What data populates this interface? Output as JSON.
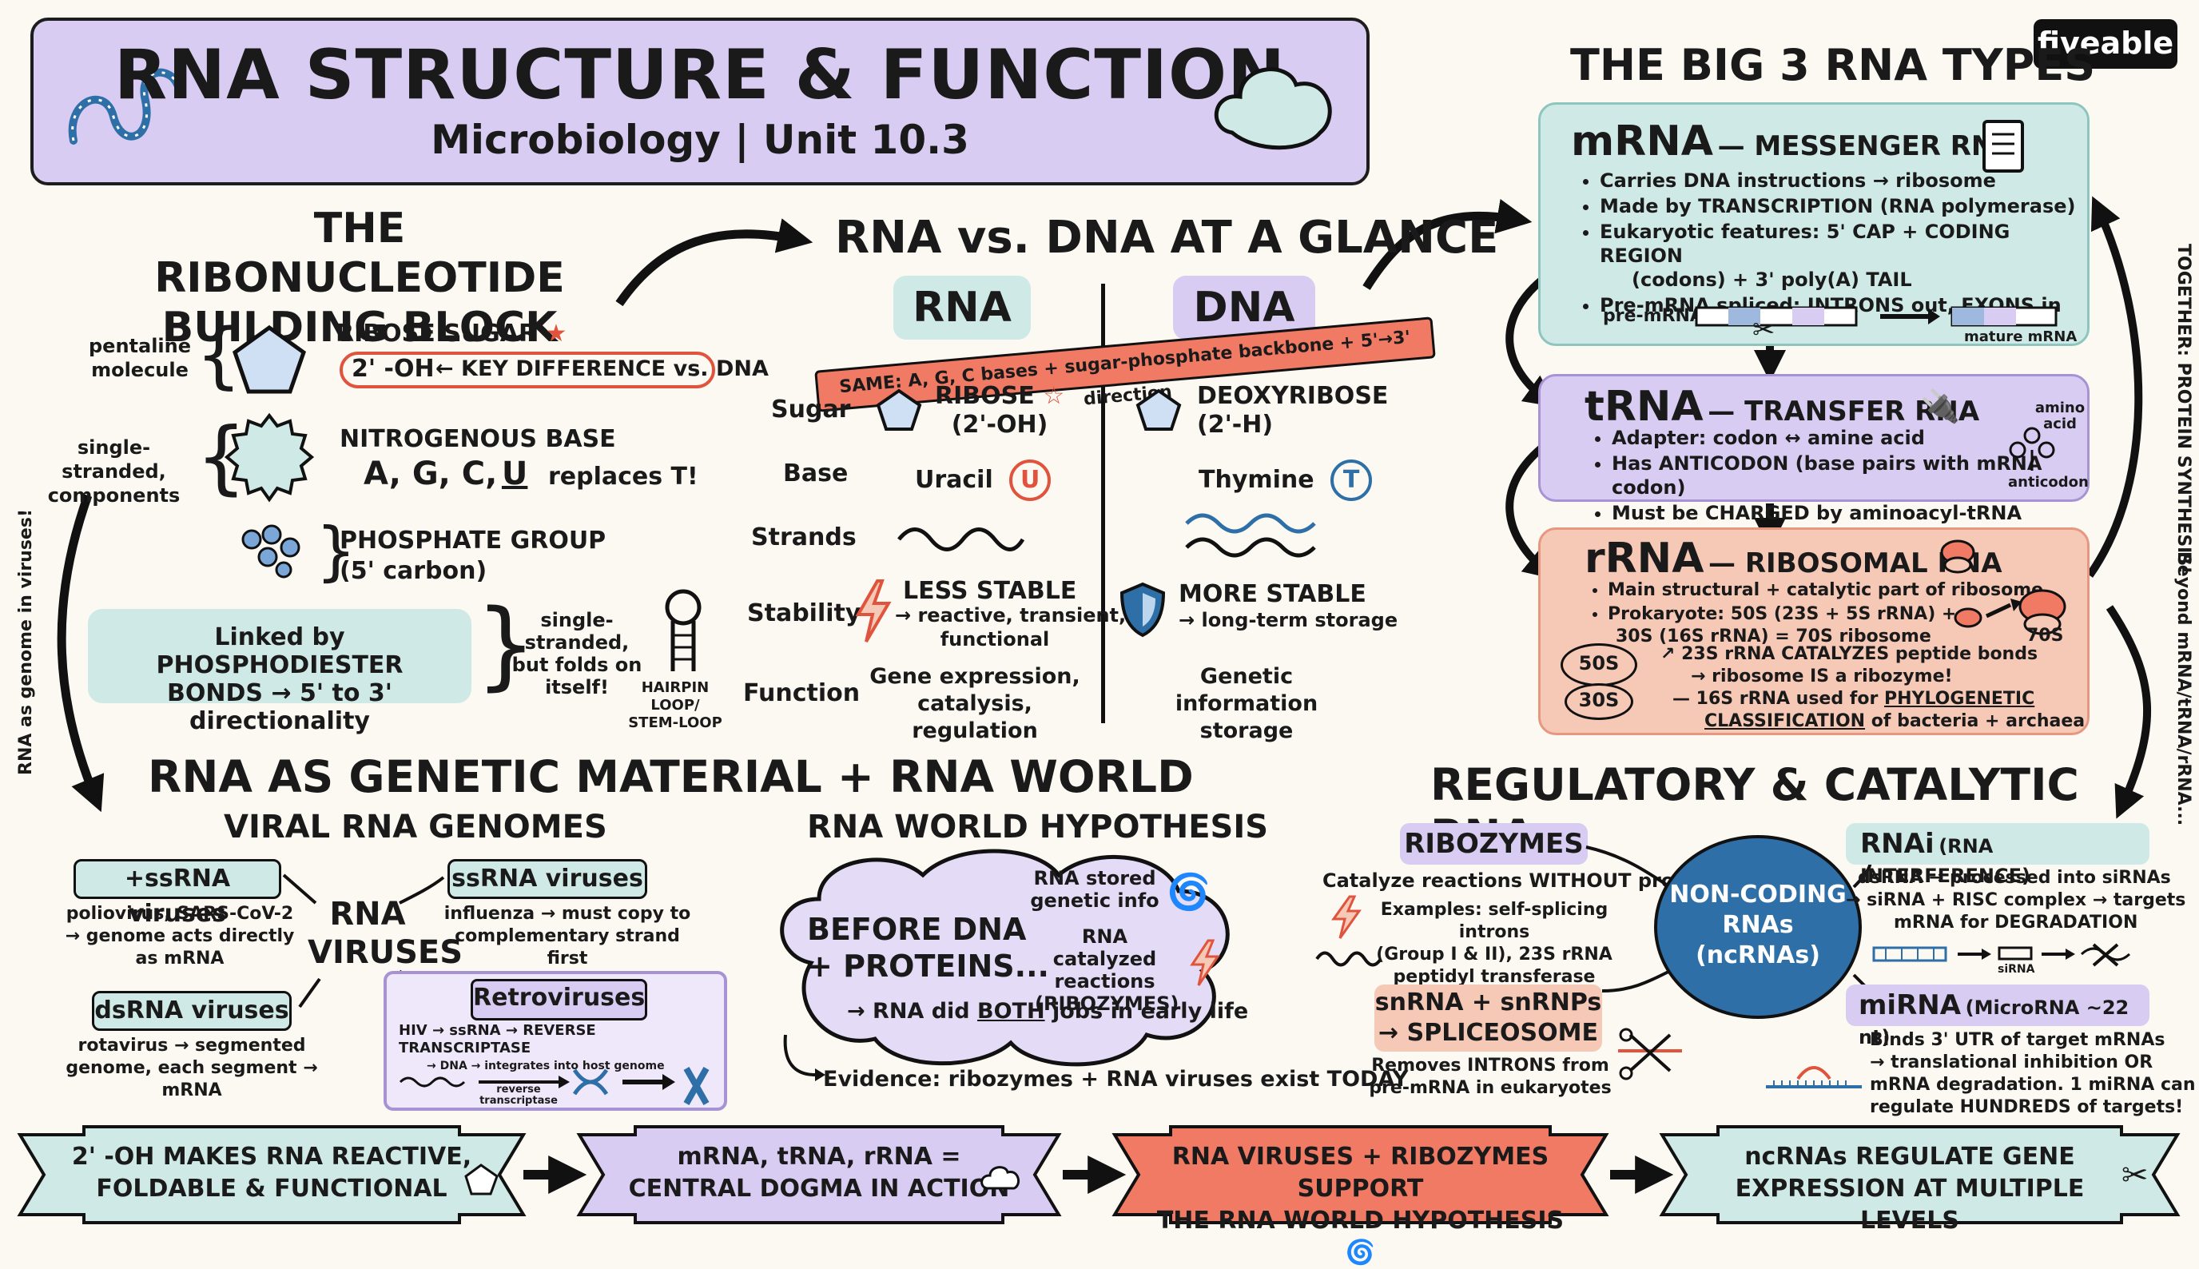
{
  "header": {
    "title": "RNA STRUCTURE & FUNCTION",
    "subtitle": "Microbiology | Unit 10.3"
  },
  "brand": "fiveable",
  "ribonucleotide": {
    "title_line1": "THE RIBONUCLEOTIDE",
    "title_line2": "BUILDING BLOCK",
    "pentaline": "pentaline molecule",
    "ribose": "RIBOSE SUGAR",
    "oh": "2' -OH",
    "key_diff": "KEY DIFFERENCE vs. DNA",
    "components": "single-stranded, components",
    "base_title": "NITROGENOUS BASE",
    "base_letters": "A, G, C,",
    "base_u": "U",
    "base_replaces": "replaces T!",
    "phosphate_line1": "PHOSPHATE GROUP",
    "phosphate_line2": "(5' carbon)",
    "linked_line1": "Linked by PHOSPHODIESTER",
    "linked_line2": "BONDS → 5' to 3' directionality",
    "single_line1": "single-stranded,",
    "single_line2": "but folds on",
    "single_line3": "itself!",
    "hairpin_line1": "HAIRPIN LOOP/",
    "hairpin_line2": "STEM-LOOP",
    "side_note": "RNA as genome in viruses!"
  },
  "compare": {
    "title": "RNA vs. DNA AT A GLANCE",
    "col_rna": "RNA",
    "col_dna": "DNA",
    "banner": "SAME: A, G, C bases + sugar-phosphate backbone + 5'→3' direction",
    "rows": {
      "sugar": "Sugar",
      "base": "Base",
      "strands": "Strands",
      "stability": "Stability",
      "function": "Function"
    },
    "rna_sugar_1": "RIBOSE",
    "rna_sugar_2": "(2'-OH)",
    "dna_sugar_1": "DEOXYRIBOSE",
    "dna_sugar_2": "(2'-H)",
    "rna_base": "Uracil",
    "rna_base_letter": "U",
    "dna_base": "Thymine",
    "dna_base_letter": "T",
    "rna_stab_1": "LESS STABLE",
    "rna_stab_2": "→ reactive, transient,",
    "rna_stab_3": "functional",
    "dna_stab_1": "MORE STABLE",
    "dna_stab_2": "→ long-term storage",
    "rna_func_1": "Gene expression,",
    "rna_func_2": "catalysis, regulation",
    "dna_func_1": "Genetic information",
    "dna_func_2": "storage"
  },
  "big3": {
    "title": "THE BIG 3 RNA TYPES",
    "side_right": "TOGETHER: PROTEIN SYNTHESIS!",
    "side_right2": "Beyond mRNA/tRNA/rRNA...",
    "mrna": {
      "name": "mRNA",
      "full": "— MESSENGER RNA",
      "b1": "Carries DNA instructions → ribosome",
      "b2": "Made by TRANSCRIPTION (RNA polymerase)",
      "b3a": "Eukaryotic features: 5' CAP + CODING REGION",
      "b3b": "(codons) + 3' poly(A) TAIL",
      "b4": "Pre-mRNA spliced: INTRONS out, EXONS in",
      "pre": "pre-mRNA",
      "mature": "mature mRNA"
    },
    "trna": {
      "name": "tRNA",
      "full": "— TRANSFER RNA",
      "b1": "Adapter: codon ↔ amine acid",
      "b2": "Has ANTICODON (base pairs with mRNA codon)",
      "b3": "Must be CHARGED by aminoacyl-tRNA",
      "amino": "amino acid",
      "anticodon": "anticodon"
    },
    "rrna": {
      "name": "rRNA",
      "full": "— RIBOSOMAL RNA",
      "b1": "Main structural + catalytic part of ribosome",
      "b2a": "Prokaryote: 50S (23S + 5S rRNA) +",
      "b2b": "30S (16S rRNA) = 70S ribosome",
      "s50": "50S",
      "s30": "30S",
      "s70": "70S",
      "c1": "23S rRNA CATALYZES peptide bonds",
      "c2": "→ ribosome IS a ribozyme!",
      "c3a": "16S rRNA used for",
      "c3b": "PHYLOGENETIC",
      "c3c": "CLASSIFICATION",
      "c3d": "of bacteria + archaea"
    }
  },
  "genetic": {
    "title": "RNA AS GENETIC MATERIAL + RNA WORLD",
    "viral_title": "VIRAL RNA GENOMES",
    "plus_ss": "+ssRNA viruses",
    "plus_ss_1": "poliovirus, SARS-CoV-2",
    "plus_ss_2": "→ genome acts directly",
    "plus_ss_3": "as mRNA",
    "minus_ss": "ssRNA viruses",
    "minus_ss_1": "influenza → must copy to",
    "minus_ss_2": "complementary strand first",
    "center_1": "RNA",
    "center_2": "VIRUSES",
    "ds": "dsRNA viruses",
    "ds_1": "rotavirus → segmented",
    "ds_2": "genome, each segment →",
    "ds_3": "mRNA",
    "retro": "Retroviruses",
    "retro_1": "HIV → ssRNA → REVERSE TRANSCRIPTASE",
    "retro_2": "→ DNA → integrates into host genome",
    "retro_3a": "reverse",
    "retro_3b": "transcriptase",
    "world_title": "RNA WORLD HYPOTHESIS",
    "before_1": "BEFORE DNA",
    "before_2": "+ PROTEINS...",
    "stored_1": "RNA stored",
    "stored_2": "genetic info",
    "cat_1": "RNA catalyzed",
    "cat_2": "reactions",
    "cat_3": "(RIBOZYMES)",
    "both_a": "→ RNA did",
    "both_b": "BOTH",
    "both_c": "jobs in early life",
    "evidence": "Evidence: ribozymes + RNA viruses exist TODAY"
  },
  "regulatory": {
    "title": "REGULATORY & CATALYTIC RNAs",
    "ribozymes": "RIBOZYMES",
    "rz_1": "Catalyze reactions WITHOUT protein",
    "rz_2": "Examples: self-splicing introns",
    "rz_3": "(Group I & II), 23S rRNA",
    "rz_4": "peptidyl transferase",
    "nc_1": "NON-CODING",
    "nc_2": "RNAs",
    "nc_3": "(ncRNAs)",
    "snrna_1": "snRNA + snRNPs",
    "snrna_2": "→ SPLICEOSOME",
    "sn_1": "Removes INTRONS from",
    "sn_2": "pre-mRNA in eukaryotes",
    "rnai": "RNAi",
    "rnai_full": "(RNA INTERFERENCE)",
    "ri_1": "dsRNA → processed into siRNAs",
    "ri_2": "→ siRNA + RISC complex → targets",
    "ri_3": "mRNA for DEGRADATION",
    "ri_sirna": "siRNA",
    "mirna": "miRNA",
    "mirna_full": "(MicroRNA ~22 nt)",
    "mi_1": "Binds 3' UTR of target mRNAs",
    "mi_2": "→ translational inhibition OR",
    "mi_3": "mRNA degradation. 1 miRNA can",
    "mi_4": "regulate HUNDREDS of targets!"
  },
  "footer": {
    "f1a": "2' -OH MAKES RNA REACTIVE,",
    "f1b": "FOLDABLE & FUNCTIONAL",
    "f2a": "mRNA, tRNA, rRNA =",
    "f2b": "CENTRAL DOGMA IN ACTION",
    "f3a": "RNA VIRUSES + RIBOZYMES SUPPORT",
    "f3b": "THE RNA WORLD HYPOTHESIS",
    "f4a": "ncRNAs REGULATE GENE",
    "f4b": "EXPRESSION AT MULTIPLE LEVELS"
  },
  "colors": {
    "lavender": "#d9ccf2",
    "teal": "#cfeae6",
    "salmon": "#f6c8b6",
    "blue": "#2f6fa7",
    "red": "#e0533c"
  }
}
